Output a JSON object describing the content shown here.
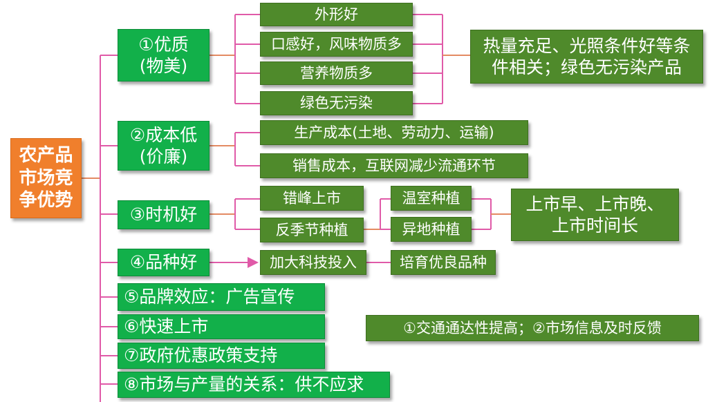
{
  "root": {
    "label": "农产品\n市场竞\n争优势"
  },
  "categories": [
    {
      "label": "①优质\n(物美)"
    },
    {
      "label": "②成本低\n(价廉)"
    },
    {
      "label": "③时机好"
    },
    {
      "label": "④品种好"
    },
    {
      "label": "⑤品牌效应：广告宣传"
    },
    {
      "label": "⑥快速上市"
    },
    {
      "label": "⑦政府优惠政策支持"
    },
    {
      "label": "⑧市场与产量的关系：供不应求"
    }
  ],
  "quality": {
    "items": [
      "外形好",
      "口感好，风味物质多",
      "营养物质多",
      "绿色无污染"
    ],
    "summary": "热量充足、光照条件好等条件相关；绿色无污染产品"
  },
  "cost": {
    "items": [
      "生产成本(土地、劳动力、运输)",
      "销售成本，互联网减少流通环节"
    ]
  },
  "timing": {
    "items": [
      "错峰上市",
      "反季节种植"
    ],
    "methods": [
      "温室种植",
      "异地种植"
    ],
    "summary": "上市早、上市晚、上市时间长"
  },
  "variety": {
    "step1": "加大科技投入",
    "step2": "培育优良品种"
  },
  "fast": {
    "note": "①交通通达性提高；②市场信息及时反馈"
  }
}
